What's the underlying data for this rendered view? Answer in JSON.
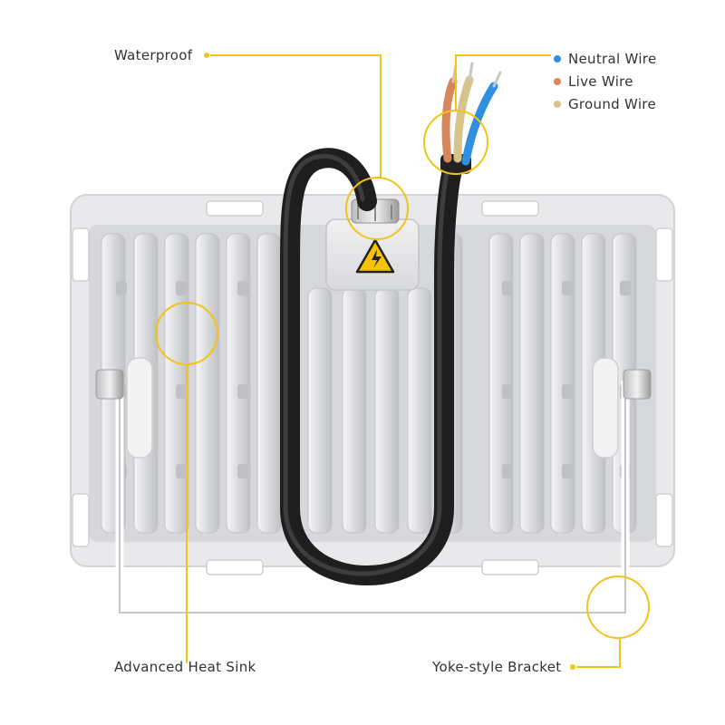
{
  "callouts": {
    "waterproof": "Waterproof",
    "heat_sink": "Advanced Heat Sink",
    "bracket": "Yoke-style Bracket"
  },
  "legend": [
    {
      "label": "Neutral Wire",
      "color": "#2f8fe0"
    },
    {
      "label": "Live Wire",
      "color": "#d8865c"
    },
    {
      "label": "Ground Wire",
      "color": "#d6c48a"
    }
  ],
  "colors": {
    "accent": "#f2c418",
    "housing": "#e7e7e9",
    "fin": "#cfd0d3",
    "cable": "#2b2b2b",
    "warning": "#f5c400"
  },
  "icons": {
    "warning": "high-voltage-warning-icon"
  }
}
